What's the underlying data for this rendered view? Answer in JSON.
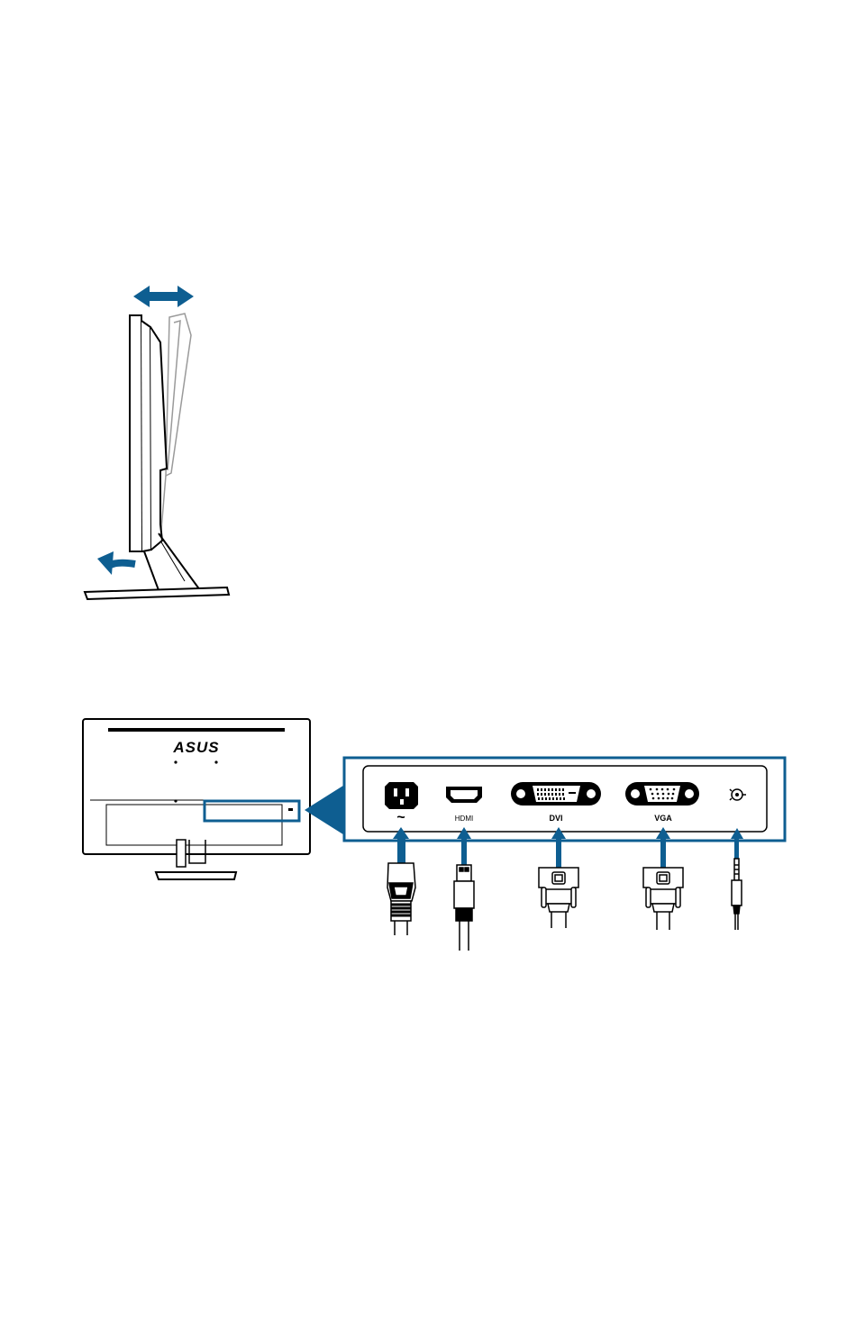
{
  "colors": {
    "accent": "#0e5e91",
    "line": "#000000",
    "ghost": "#9a9a9a",
    "fill_light": "#ffffff"
  },
  "tilt_figure": {
    "arrows": [
      "double-horizontal-arrow",
      "curved-tilt-arrow"
    ]
  },
  "rear_view": {
    "brand_logo": "ASUS"
  },
  "connector_panel": {
    "ports": [
      {
        "name": "power",
        "label": "~"
      },
      {
        "name": "hdmi",
        "label": "HDMI"
      },
      {
        "name": "dvi",
        "label": "DVI"
      },
      {
        "name": "vga",
        "label": "VGA"
      },
      {
        "name": "audio",
        "label": ""
      }
    ],
    "cables": [
      "power-cable",
      "hdmi-cable",
      "dvi-cable",
      "vga-cable",
      "audio-cable"
    ]
  }
}
